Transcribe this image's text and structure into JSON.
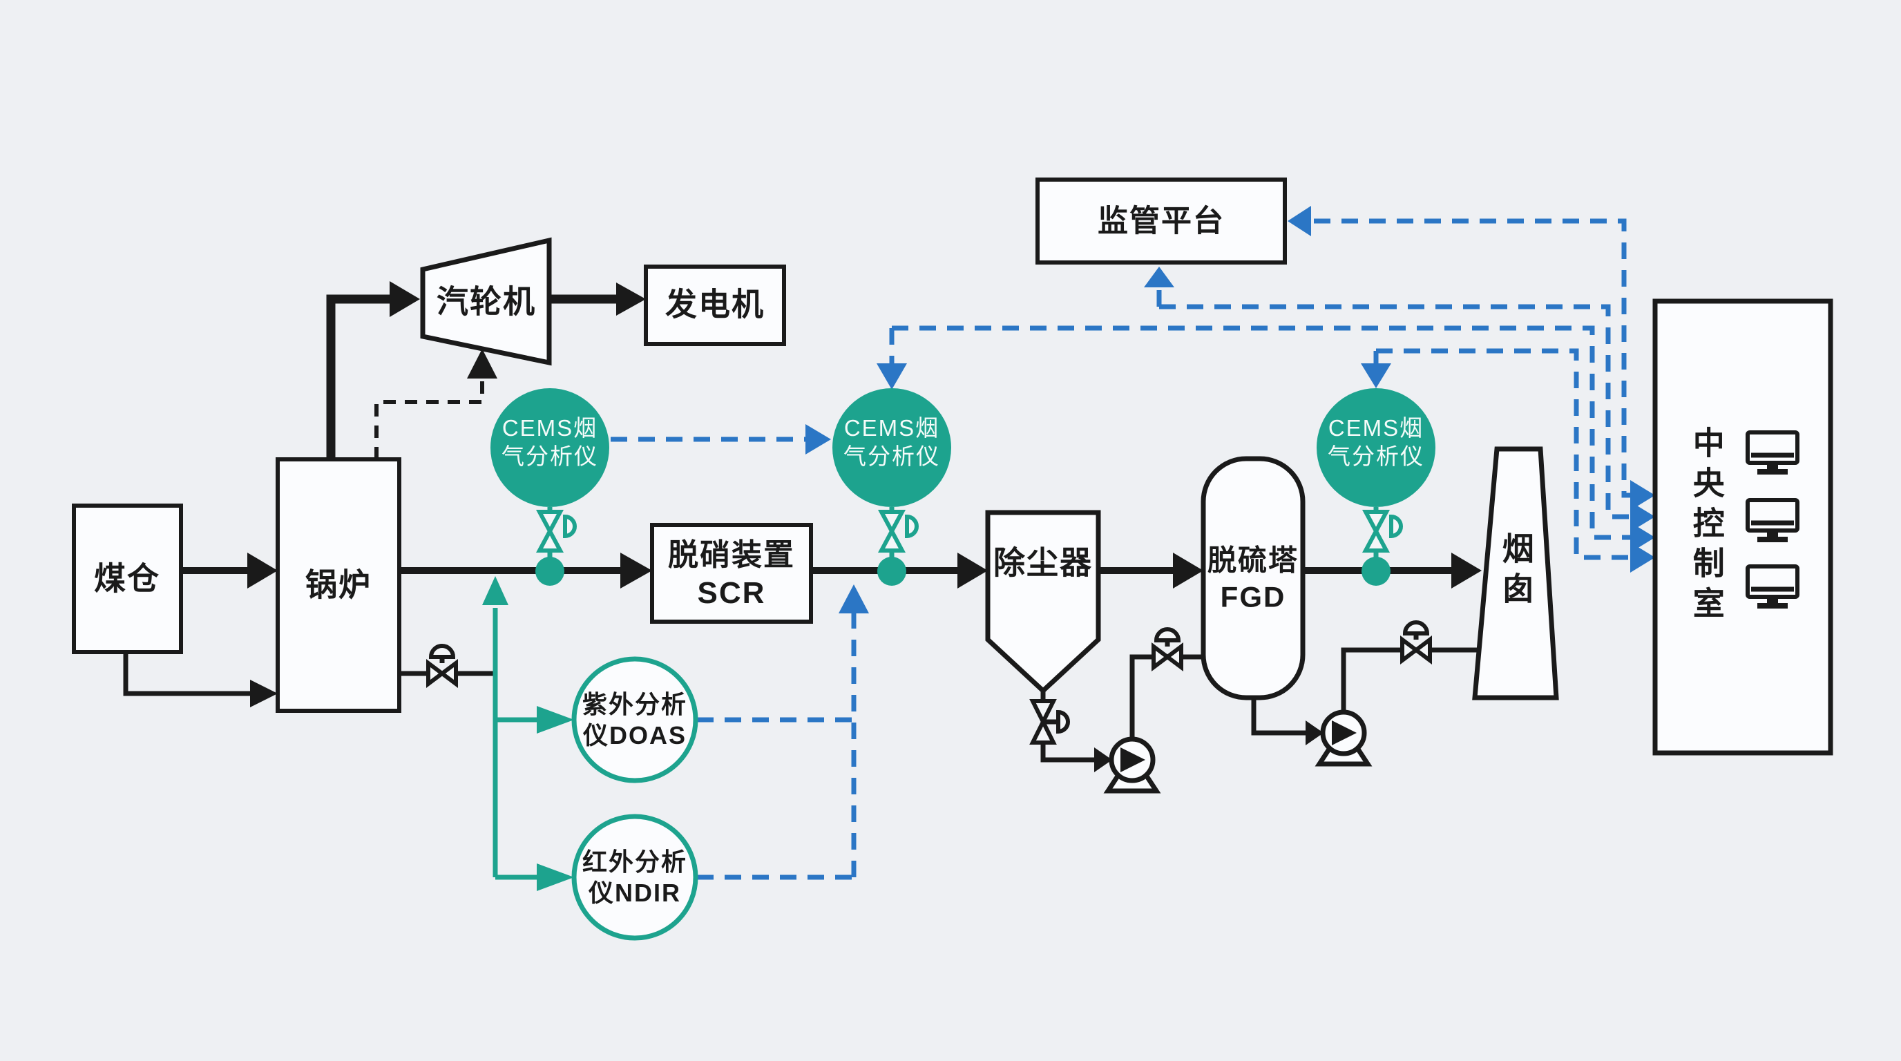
{
  "colors": {
    "background": "#eef0f3",
    "line_black": "#1a1a1a",
    "analyzer_green": "#1da38e",
    "signal_blue": "#2b76c5",
    "label_white": "#f4fbf9"
  },
  "process_nodes": {
    "coal_bunker": {
      "label": "煤仓"
    },
    "boiler": {
      "label": "锅炉"
    },
    "steam_turbine": {
      "label": "汽轮机"
    },
    "generator": {
      "label": "发电机"
    },
    "scr": {
      "line1": "脱硝装置",
      "line2": "SCR"
    },
    "dust_collector": {
      "label": "除尘器"
    },
    "fgd": {
      "line1": "脱硫塔",
      "line2": "FGD"
    },
    "stack": {
      "label": "烟囱"
    },
    "supervision_platform": {
      "label": "监管平台"
    },
    "central_control_room": {
      "label": "中央控制室"
    }
  },
  "analyzers": {
    "cems": {
      "line1": "CEMS烟",
      "line2": "气分析仪"
    },
    "doas": {
      "line1": "紫外分析",
      "line2": "仪DOAS"
    },
    "ndir": {
      "line1": "红外分析",
      "line2": "仪NDIR"
    }
  },
  "icons": {
    "monitors_in_control_room": 3,
    "cems_analyzer_circles": 3,
    "pump_icons": 2,
    "control_valve_icons": 4,
    "sampling_valve_icons": 4
  }
}
